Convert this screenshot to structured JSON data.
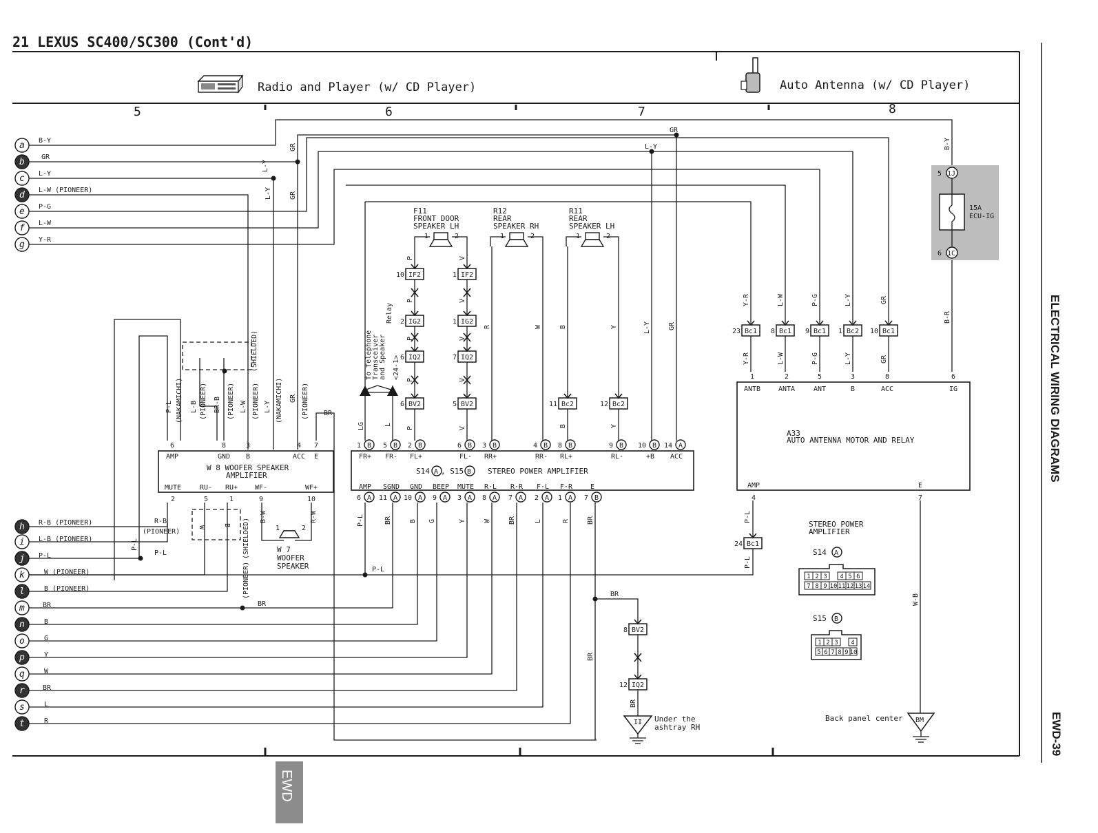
{
  "page": {
    "title": "21 LEXUS SC400/SC300 (Cont'd)",
    "side_title": "ELECTRICAL WIRING DIAGRAMS",
    "page_code": "EWD-39",
    "tab": "EWD"
  },
  "headers": {
    "radio": "Radio and Player (w/ CD Player)",
    "antenna": "Auto Antenna (w/ CD Player)"
  },
  "grid": [
    "5",
    "6",
    "7",
    "8"
  ],
  "left_terminals": [
    {
      "letter": "a",
      "wire": "B-Y",
      "filled": false
    },
    {
      "letter": "b",
      "wire": "GR",
      "filled": true
    },
    {
      "letter": "c",
      "wire": "L-Y",
      "filled": false
    },
    {
      "letter": "d",
      "wire": "L-W (PIONEER)",
      "filled": true
    },
    {
      "letter": "e",
      "wire": "P-G",
      "filled": false
    },
    {
      "letter": "f",
      "wire": "L-W",
      "filled": false
    },
    {
      "letter": "g",
      "wire": "Y-R",
      "filled": false
    },
    {
      "letter": "h",
      "wire": "R-B (PIONEER)",
      "filled": true
    },
    {
      "letter": "i",
      "wire": "L-B (PIONEER)",
      "filled": false
    },
    {
      "letter": "j",
      "wire": "P-L",
      "filled": true
    },
    {
      "letter": "k",
      "wire": "W (PIONEER)",
      "filled": false
    },
    {
      "letter": "l",
      "wire": "B (PIONEER)",
      "filled": true
    },
    {
      "letter": "m",
      "wire": "BR",
      "filled": false
    },
    {
      "letter": "n",
      "wire": "B",
      "filled": true
    },
    {
      "letter": "o",
      "wire": "G",
      "filled": false
    },
    {
      "letter": "p",
      "wire": "Y",
      "filled": true
    },
    {
      "letter": "q",
      "wire": "W",
      "filled": false
    },
    {
      "letter": "r",
      "wire": "BR",
      "filled": true
    },
    {
      "letter": "s",
      "wire": "L",
      "filled": false
    },
    {
      "letter": "t",
      "wire": "R",
      "filled": true
    }
  ],
  "speakers": {
    "f11": {
      "id": "F11",
      "l1": "FRONT DOOR",
      "l2": "SPEAKER LH"
    },
    "r12": {
      "id": "R12",
      "l1": "REAR",
      "l2": "SPEAKER RH"
    },
    "r11": {
      "id": "R11",
      "l1": "REAR",
      "l2": "SPEAKER LH"
    },
    "w7": {
      "id": "W 7",
      "l1": "WOOFER",
      "l2": "SPEAKER"
    }
  },
  "woofer_amp": {
    "l1": "W 8 WOOFER SPEAKER",
    "l2": "AMPLIFIER",
    "top": [
      "AMP",
      "GND",
      "B",
      "ACC",
      "E"
    ],
    "top_pins": [
      "6",
      "8",
      "3",
      "4",
      "7"
    ],
    "bottom": [
      "MUTE",
      "RU-",
      "RU+",
      "WF-",
      "WF+"
    ],
    "bottom_pins": [
      "2",
      "5",
      "1",
      "9",
      "10"
    ]
  },
  "stereo_amp": {
    "label": "STEREO POWER AMPLIFIER",
    "conn_prefix": "S14",
    "conn_mid": ", S15",
    "top": [
      "FR+",
      "FR-",
      "FL+",
      "FL-",
      "RR+",
      "RR-",
      "RL+",
      "RL-",
      "+B",
      "ACC"
    ],
    "top_pins": [
      "1",
      "5",
      "2",
      "6",
      "3",
      "4",
      "8",
      "9",
      "10",
      "14"
    ],
    "bottom": [
      "AMP",
      "SGND",
      "GND",
      "BEEP",
      "MUTE",
      "R·L",
      "R·R",
      "F·L",
      "F·R",
      "E"
    ],
    "bottom_pins": [
      "6",
      "11",
      "10",
      "9",
      "3",
      "8",
      "7",
      "2",
      "1",
      "7"
    ]
  },
  "antenna_relay": {
    "l1": "A33",
    "l2": "AUTO ANTENNA MOTOR AND RELAY",
    "top": [
      "ANTB",
      "ANTA",
      "ANT",
      "B",
      "ACC",
      "IG"
    ],
    "top_pins": [
      "1",
      "2",
      "5",
      "3",
      "8",
      "6"
    ],
    "bottom": [
      "AMP",
      "E"
    ],
    "bottom_pins": [
      "4",
      "7"
    ]
  },
  "fuse": {
    "amp": "15A",
    "name": "ECU-IG",
    "top_pin": "5",
    "top_conn": "1J",
    "bot_pin": "6",
    "bot_conn": "1C"
  },
  "connectors": {
    "if2a": "IF2",
    "if2b": "IF2",
    "ig2a": "IG2",
    "ig2b": "IG2",
    "iq2a": "IQ2",
    "iq2b": "IQ2",
    "bv2a": "BV2",
    "bv2b": "BV2",
    "bc2a": "Bc2",
    "bc2b": "Bc2",
    "bv2c": "BV2",
    "iq2c": "IQ2",
    "bc1_23": "Bc1",
    "bc1_8": "Bc1",
    "bc1_9": "Bc1",
    "bc2_1": "Bc2",
    "bc1_10": "Bc1",
    "bc1_24": "Bc1"
  },
  "grounds": {
    "ii": "II",
    "ii_l1": "Under the",
    "ii_l2": "ashtray RH",
    "bm": "BM",
    "bm_label": "Back panel center"
  },
  "telephone_note": [
    "To Telephone",
    "Transceiver",
    "and Speaker",
    "Relay",
    "<24-1>"
  ],
  "legend": {
    "title1": "STEREO POWER",
    "title2": "AMPLIFIER",
    "s14": "S14",
    "s15": "S15",
    "s14_row1": [
      "1",
      "2",
      "3",
      "",
      "4",
      "5",
      "6"
    ],
    "s14_row2": [
      "7",
      "8",
      "9",
      "10",
      "11",
      "12",
      "13",
      "14"
    ],
    "s15_row1": [
      "1",
      "2",
      "3",
      "",
      "4"
    ],
    "s15_row2": [
      "5",
      "6",
      "7",
      "8",
      "9",
      "10"
    ]
  },
  "wire_labels": {
    "shielded": "(SHIELDED)",
    "pioneer": "(PIONEER)",
    "nakamichi": "(NAKAMICHI)"
  }
}
